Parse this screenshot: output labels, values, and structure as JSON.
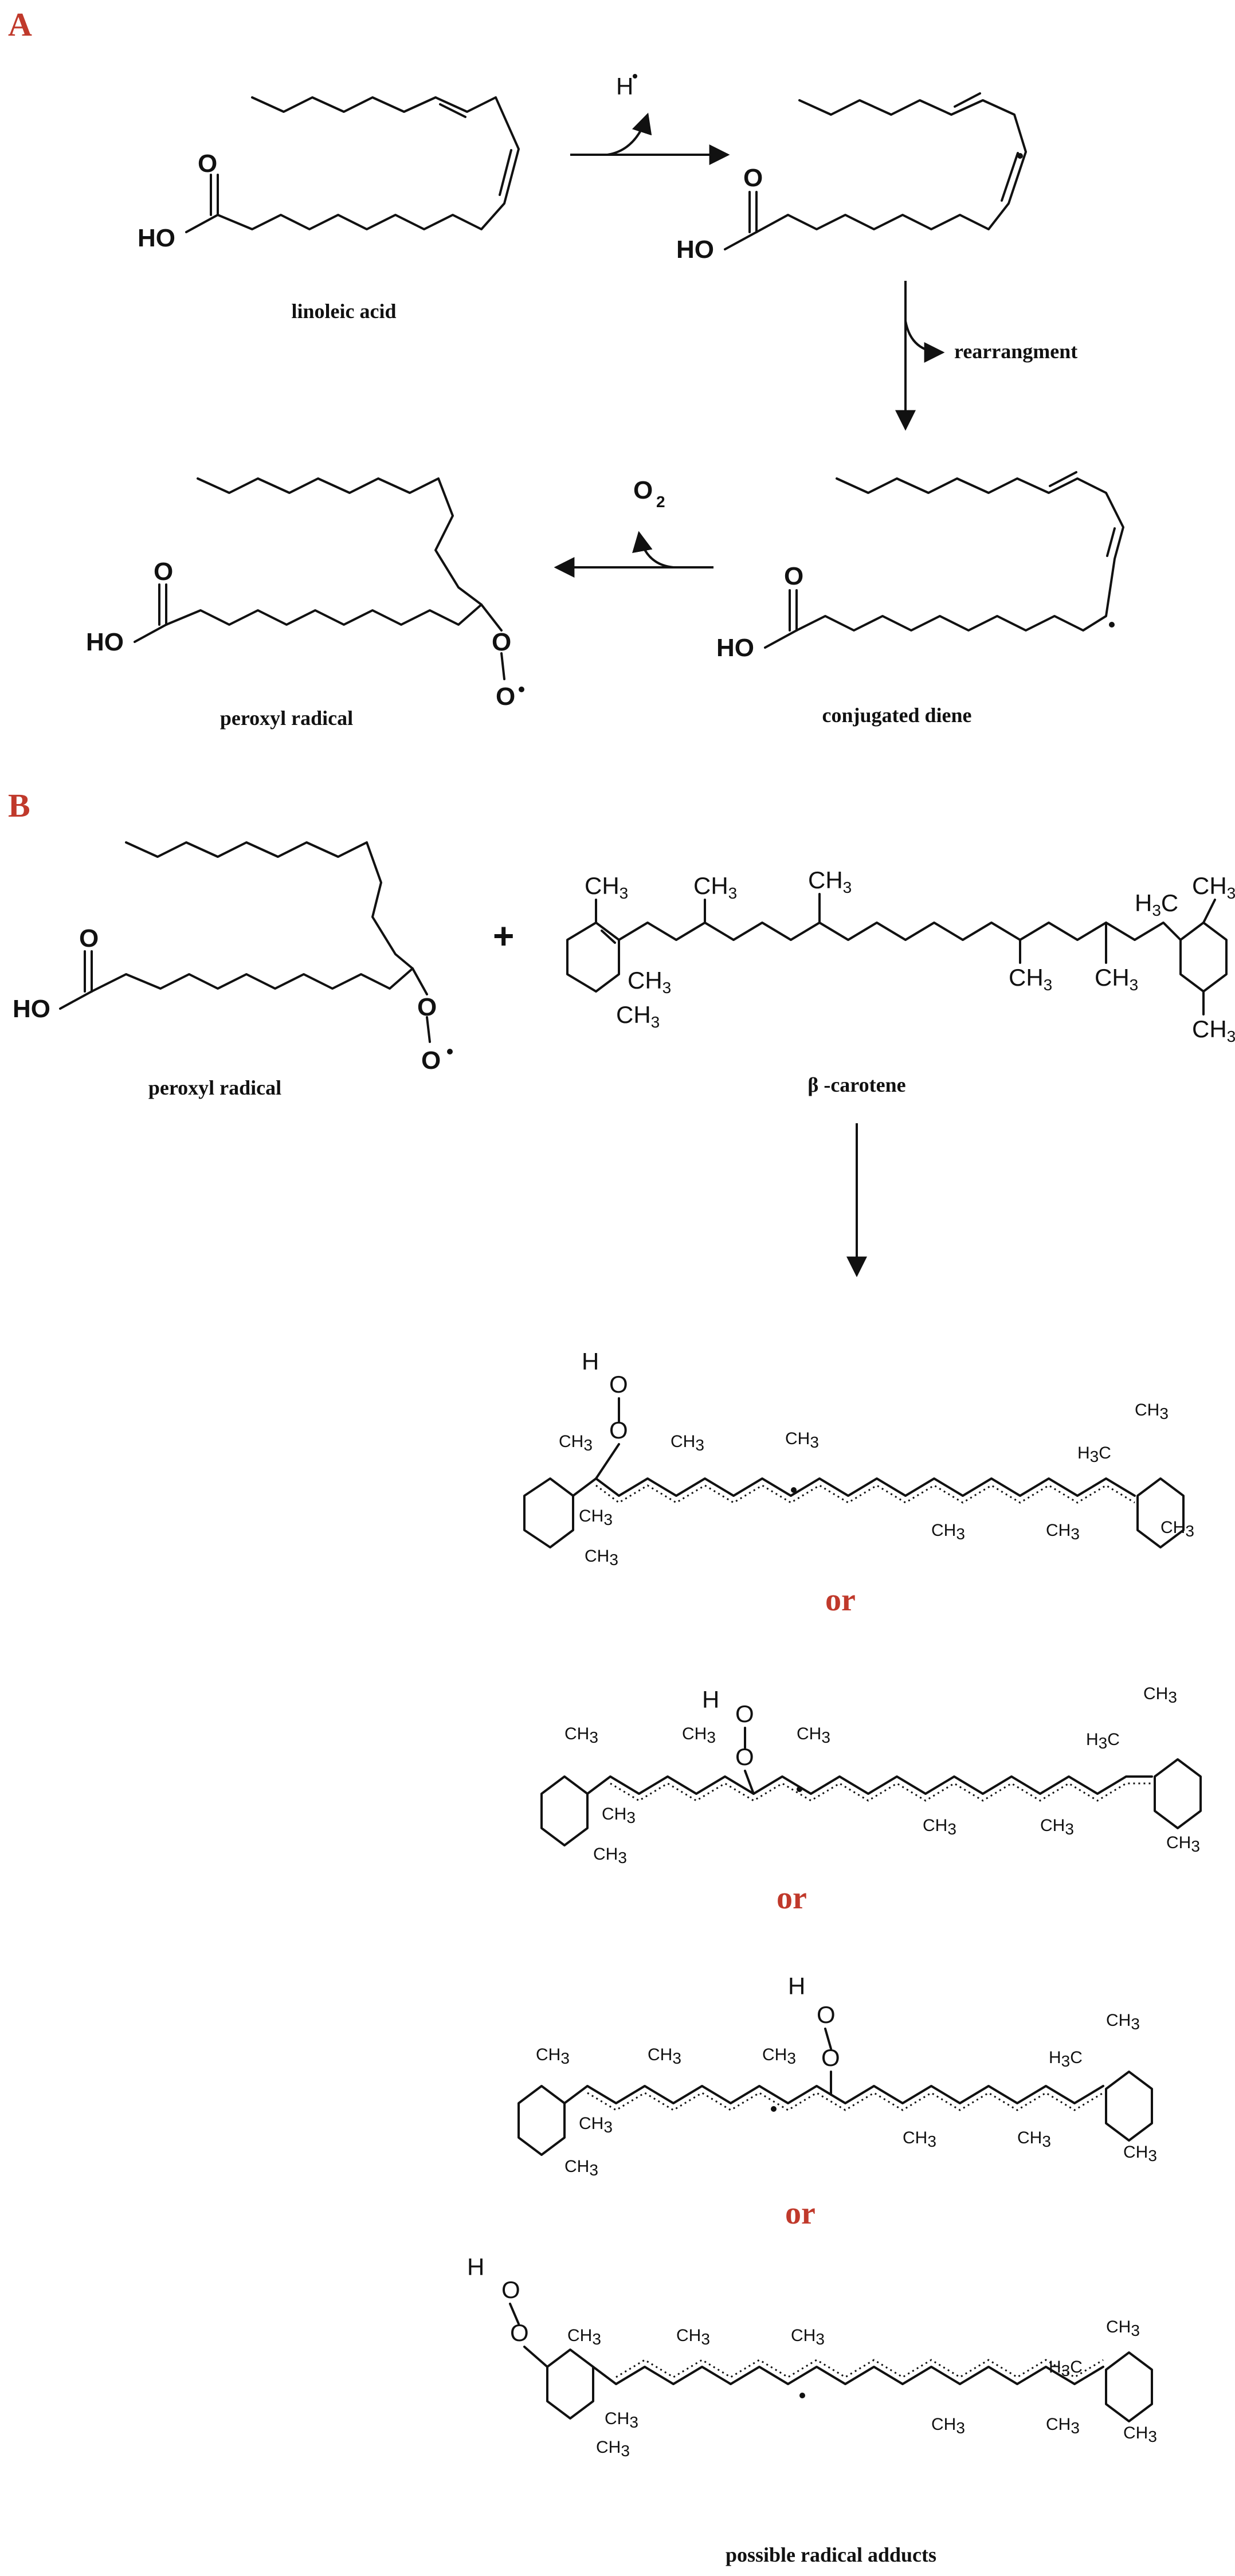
{
  "panels": {
    "a_label": "A",
    "b_label": "B"
  },
  "labels": {
    "linoleic_acid": "linoleic acid",
    "conjugated_diene": "conjugated diene",
    "peroxyl_radical_a": "peroxyl radical",
    "peroxyl_radical_b": "peroxyl radical",
    "beta_carotene": "β -carotene",
    "possible_radical_adducts": "possible radical adducts",
    "rearrangement": "rearrangment",
    "h_radical": "H",
    "o2": "O",
    "o2_sub": "2",
    "plus": "+",
    "or_1": "or",
    "or_2": "or",
    "or_3": "or"
  },
  "atoms": {
    "ho": "HO",
    "o": "O",
    "ch3": "CH",
    "h3c": "H",
    "c": "C",
    "sub3": "3",
    "h": "H"
  },
  "colors": {
    "accent": "#c0392b",
    "ink": "#111111",
    "background": "#ffffff"
  }
}
